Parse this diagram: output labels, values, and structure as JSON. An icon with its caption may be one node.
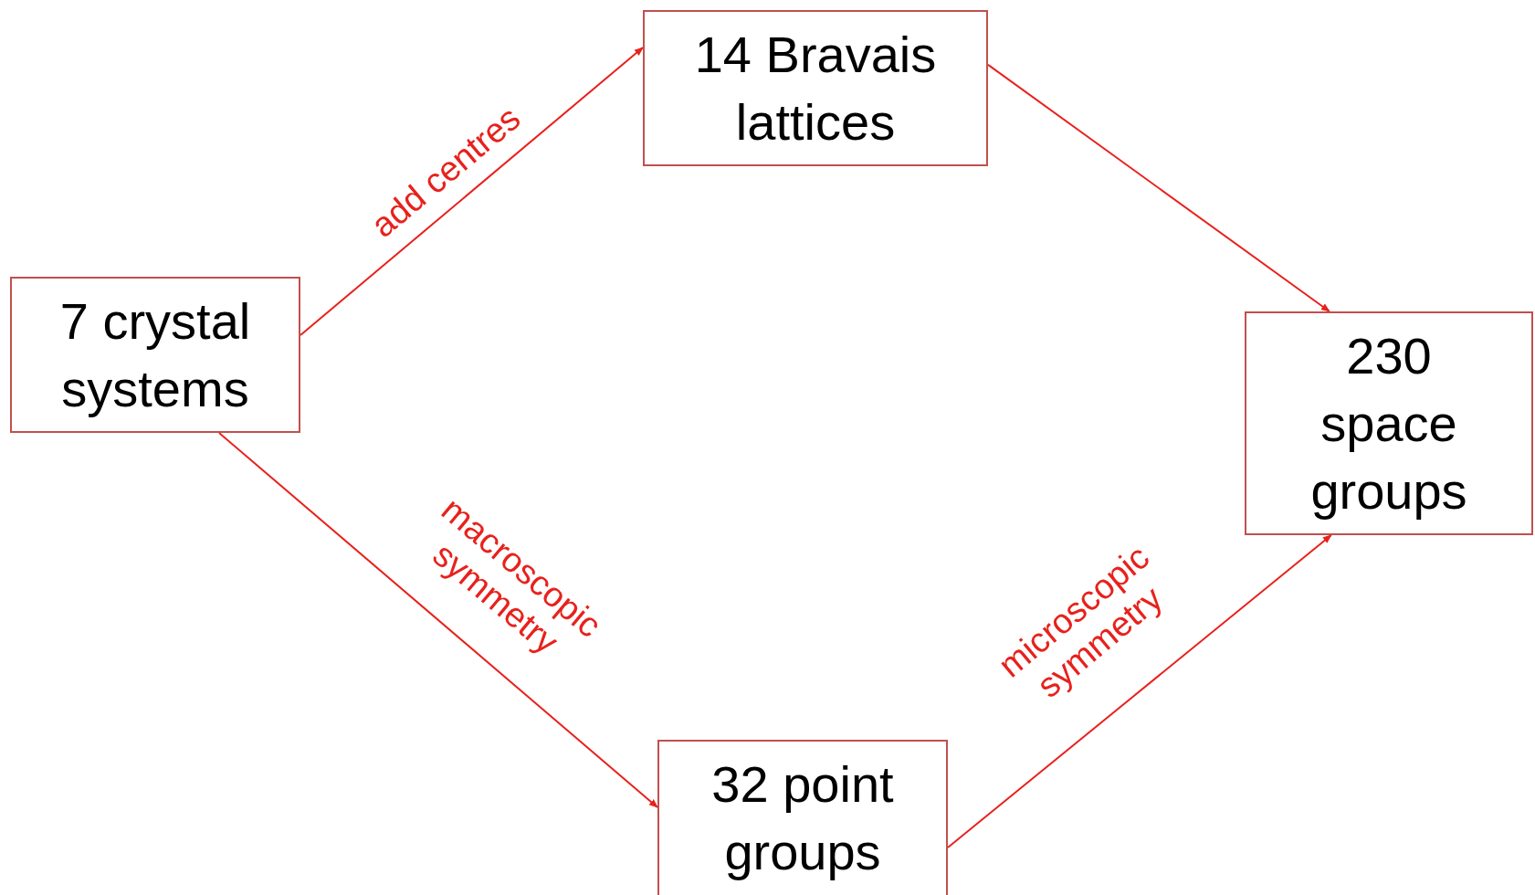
{
  "diagram": {
    "nodes": [
      {
        "text": [
          "7 crystal systems"
        ]
      },
      {
        "text": [
          "14 Bravais lattices"
        ]
      },
      {
        "text": [
          "230 space groups"
        ]
      },
      {
        "text": [
          "32 point groups"
        ]
      }
    ],
    "edges": [
      {
        "from": 0,
        "to": 1,
        "arrow": "to",
        "label": "add centres"
      },
      {
        "from": 1,
        "to": 2,
        "arrow": "to"
      },
      {
        "from": 0,
        "to": 3,
        "arrow": "to",
        "label": "macroscopic symmetry"
      },
      {
        "from": 3,
        "to": 2,
        "arrow": "to",
        "label": "microscopic symmetry"
      }
    ]
  }
}
